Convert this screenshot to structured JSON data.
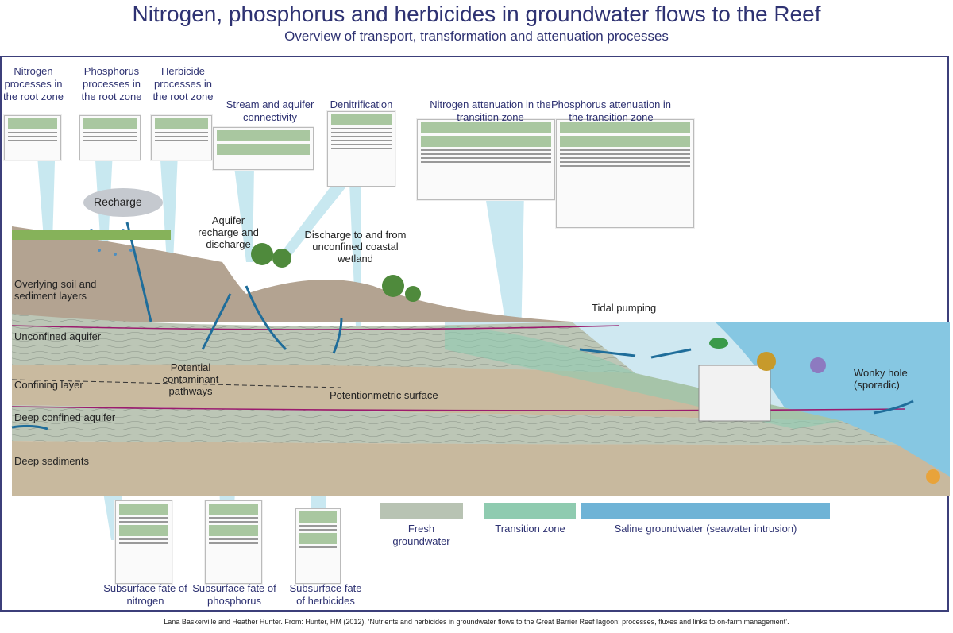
{
  "title": "Nitrogen, phosphorus and herbicides in groundwater flows to the Reef",
  "subtitle": "Overview of transport, transformation and attenuation processes",
  "top_panels": [
    {
      "label": "Nitrogen processes in the root zone"
    },
    {
      "label": "Phosphorus processes in the root zone"
    },
    {
      "label": "Herbicide processes in the root zone"
    },
    {
      "label": "Stream and aquifer connectivity"
    },
    {
      "label": "Denitrification"
    },
    {
      "label": "Nitrogen attenuation in the transition zone"
    },
    {
      "label": "Phosphorus attenuation in the transition zone"
    }
  ],
  "bottom_panels": [
    {
      "label": "Subsurface fate of nitrogen"
    },
    {
      "label": "Subsurface fate of phosphorus"
    },
    {
      "label": "Subsurface fate of herbicides"
    }
  ],
  "diagram_labels": {
    "recharge": "Recharge",
    "aquifer_recharge": "Aquifer recharge and discharge",
    "discharge_wetland": "Discharge to and from unconfined coastal wetland",
    "tidal_pumping": "Tidal pumping",
    "overlying_soil": "Overlying soil and sediment layers",
    "unconfined_aquifer": "Unconfined aquifer",
    "pathways": "Potential contaminant pathways",
    "confining_layer": "Confining layer",
    "potentiometric": "Potentionmetric surface",
    "deep_confined": "Deep confined aquifer",
    "deep_sediments": "Deep sediments",
    "wonky_hole": "Wonky hole (sporadic)"
  },
  "legend": [
    {
      "label": "Fresh groundwater",
      "color": "#b8c3b3"
    },
    {
      "label": "Transition zone",
      "color": "#8fcbb0"
    },
    {
      "label": "Saline groundwater (seawater intrusion)",
      "color": "#6fb3d6"
    }
  ],
  "credit": "Lana Baskerville and Heather Hunter.  From: Hunter, HM (2012), ‘Nutrients and herbicides in groundwater flows to the Great Barrier Reef lagoon: processes, fluxes and links to on-farm management’."
}
